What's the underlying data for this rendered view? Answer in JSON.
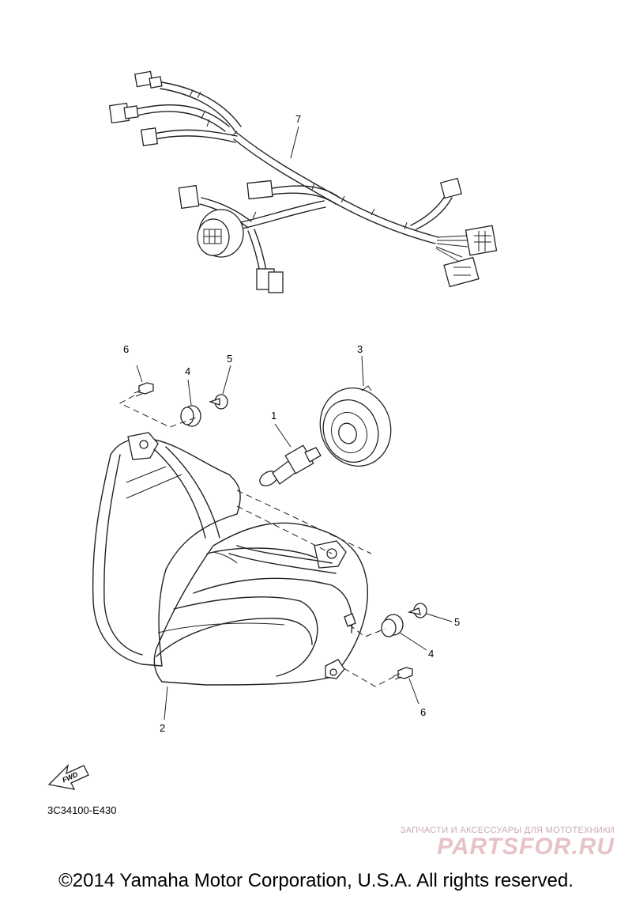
{
  "diagram": {
    "callouts": {
      "bulb": "1",
      "headlight_unit": "2",
      "bulb_cover": "3",
      "damper_top": "4",
      "damper_bottom": "4",
      "collar_top": "5",
      "collar_bottom": "5",
      "screw_top": "6",
      "screw_bottom": "6",
      "wire_harness": "7"
    },
    "fwd_label": "FWD",
    "part_code": "3C34100-E430"
  },
  "watermark": {
    "tagline": "ЗАПЧАСТИ И АКСЕССУАРЫ ДЛЯ МОТОТЕХНИКИ",
    "logo": "PARTSFOR.RU"
  },
  "copyright": "©2014 Yamaha Motor Corporation, U.S.A. All rights reserved."
}
